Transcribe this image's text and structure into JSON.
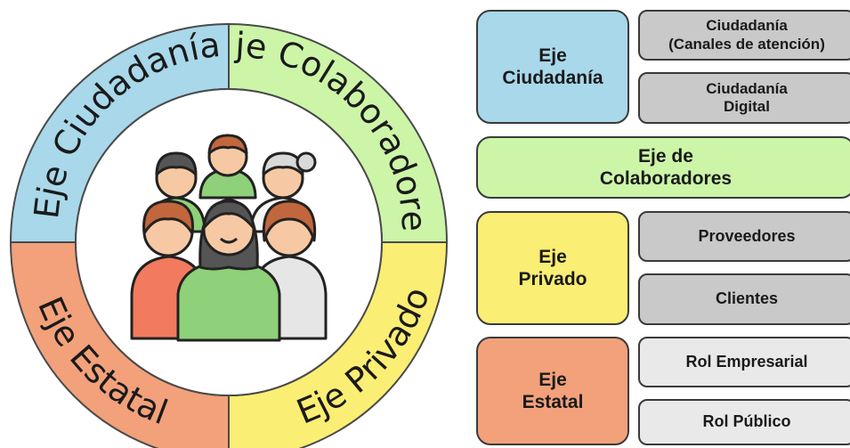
{
  "ring": {
    "segments": [
      {
        "label": "Eje Ciudadanía",
        "color": "#a8d8ea"
      },
      {
        "label": "Eje Colaboradores",
        "color": "#ccf5a8"
      },
      {
        "label": "Eje Privado",
        "color": "#fbee74"
      },
      {
        "label": "Eje Estatal",
        "color": "#f2a17b"
      }
    ],
    "center_icon": "group-of-people-icon"
  },
  "boxes": {
    "ciudadania": {
      "label": "Eje\nCiudadanía",
      "color": "#a8d8ea",
      "subs": [
        "Ciudadanía\n(Canales de atención)",
        "Ciudadanía\nDigital"
      ]
    },
    "colaboradores": {
      "label": "Eje de\nColaboradores",
      "color": "#ccf5a8"
    },
    "privado": {
      "label": "Eje\nPrivado",
      "color": "#fbee74",
      "subs": [
        "Proveedores",
        "Clientes"
      ]
    },
    "estatal": {
      "label": "Eje\nEstatal",
      "color": "#f2a17b",
      "subs": [
        "Rol Empresarial",
        "Rol Público"
      ]
    }
  }
}
